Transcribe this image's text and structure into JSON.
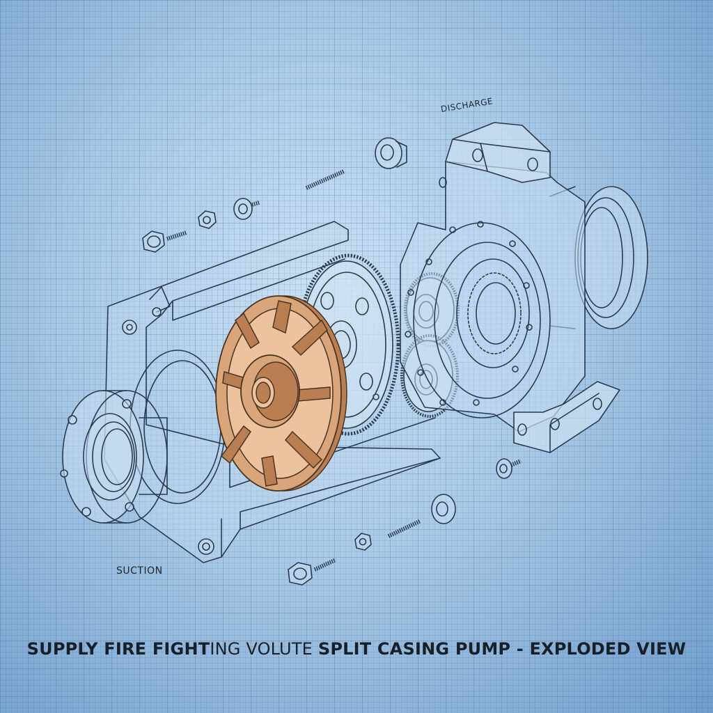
{
  "labels": {
    "discharge": "DISCHARGE",
    "suction": "SUCTION"
  },
  "caption": {
    "part1": "SUPPLY FIRE FIGHT",
    "part2": "ING VOLUTE ",
    "part3": "SPLIT CASING PUMP - EXPLODED VIEW"
  },
  "colors": {
    "background": "#a9c9e6",
    "linework": "#2a3a52",
    "impeller": "#d9a57a"
  }
}
